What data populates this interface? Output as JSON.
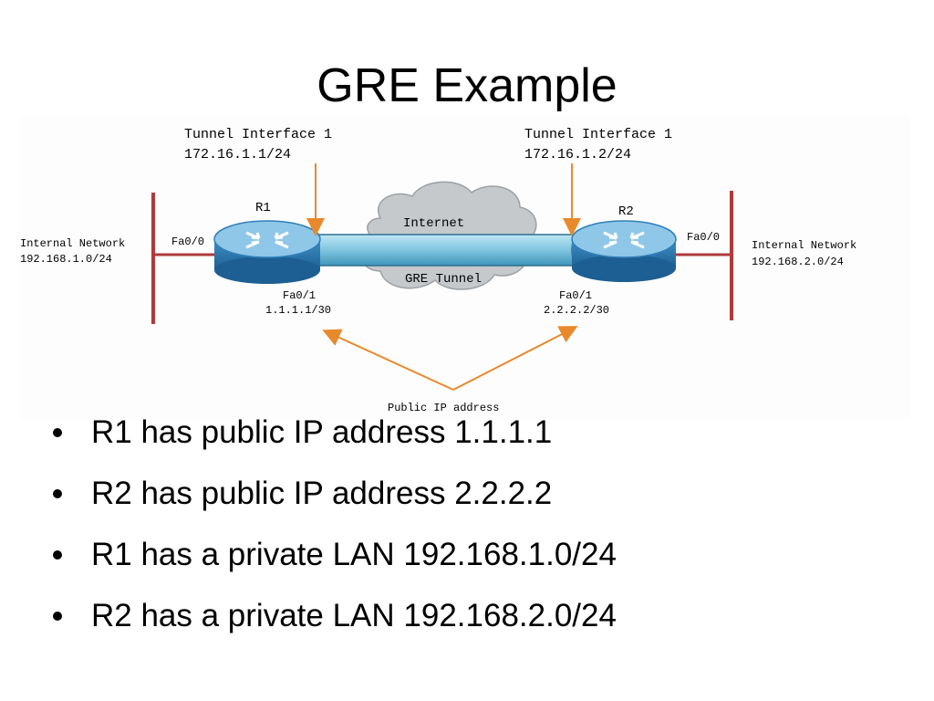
{
  "slide": {
    "title": "GRE Example"
  },
  "diagram": {
    "tunnel_left": {
      "title": "Tunnel Interface 1",
      "ip": "172.16.1.1/24"
    },
    "tunnel_right": {
      "title": "Tunnel Interface 1",
      "ip": "172.16.1.2/24"
    },
    "r1": {
      "label": "R1"
    },
    "r2": {
      "label": "R2"
    },
    "left_network": {
      "title": "Internal Network",
      "ip": "192.168.1.0/24"
    },
    "right_network": {
      "title": "Internal Network",
      "ip": "192.168.2.0/24"
    },
    "r1_fa00": "Fa0/0",
    "r2_fa00": "Fa0/0",
    "r1_fa01": {
      "label": "Fa0/1",
      "ip": "1.1.1.1/30"
    },
    "r2_fa01": {
      "label": "Fa0/1",
      "ip": "2.2.2.2/30"
    },
    "internet_label": "Internet",
    "tunnel_label": "GRE Tunnel",
    "public_ip_label": "Public IP address",
    "colors": {
      "lan_line": "#b03a3a",
      "arrow": "#e8892b",
      "router_top": "#8fc7e8",
      "router_body": "#2f7fb8",
      "cloud": "#c6c9cc",
      "tunnel": "#7fc4de"
    }
  },
  "bullets": [
    "R1 has public IP address 1.1.1.1",
    "R2 has public IP address 2.2.2.2",
    "R1 has a private LAN 192.168.1.0/24",
    "R2 has a private LAN 192.168.2.0/24"
  ]
}
